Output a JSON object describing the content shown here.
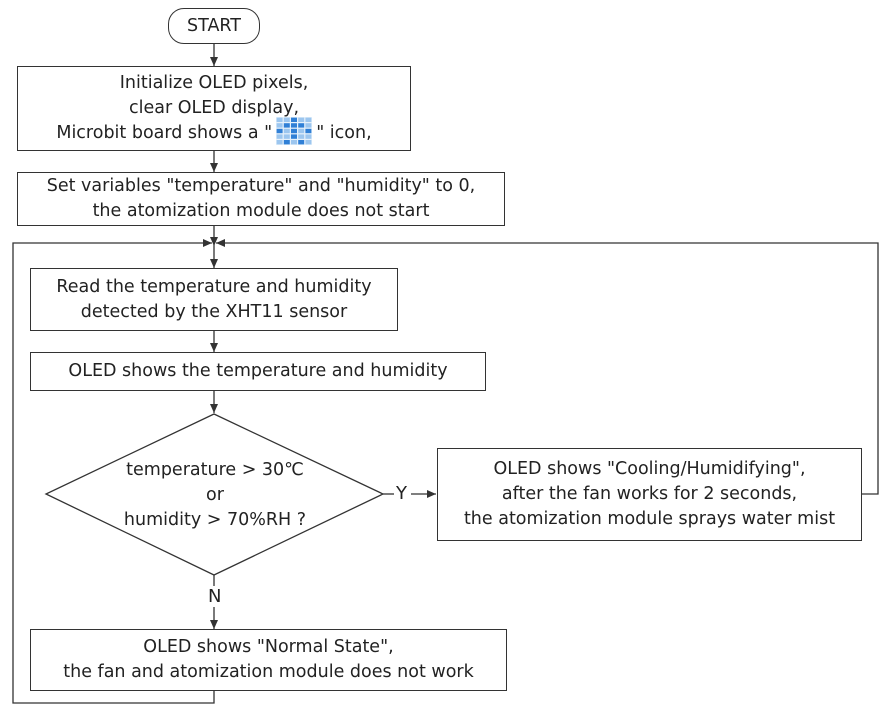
{
  "flowchart": {
    "start": "START",
    "init": {
      "line1": "Initialize OLED pixels,",
      "line2": "clear OLED display,",
      "line3_prefix": "Microbit board shows a \"",
      "line3_suffix": "\" icon,"
    },
    "set_vars": {
      "line1": "Set variables \"temperature\" and \"humidity\" to 0,",
      "line2": "the atomization module does not start"
    },
    "read": {
      "line1": "Read the temperature and humidity",
      "line2": "detected by the XHT11 sensor"
    },
    "oled_show": "OLED shows the temperature and humidity",
    "decision": {
      "line1": "temperature > 30℃",
      "line2": "or",
      "line3": "humidity > 70%RH ?"
    },
    "yes_label": "Y",
    "no_label": "N",
    "cooling": {
      "line1": "OLED shows \"Cooling/Humidifying\",",
      "line2": "after the fan works for 2 seconds,",
      "line3": "the atomization module sprays water mist"
    },
    "normal": {
      "line1": "OLED shows \"Normal State\",",
      "line2": "the fan and atomization module does not work"
    }
  },
  "microbit_icon": {
    "name": "microbit-led-icon",
    "grid": [
      "..#..",
      ".###.",
      "#.#.#",
      "..#..",
      ".#.#."
    ],
    "led_color": "#2f7fd6",
    "off_color": "#9cc6ef"
  },
  "colors": {
    "stroke": "#333333",
    "text": "#222222"
  }
}
